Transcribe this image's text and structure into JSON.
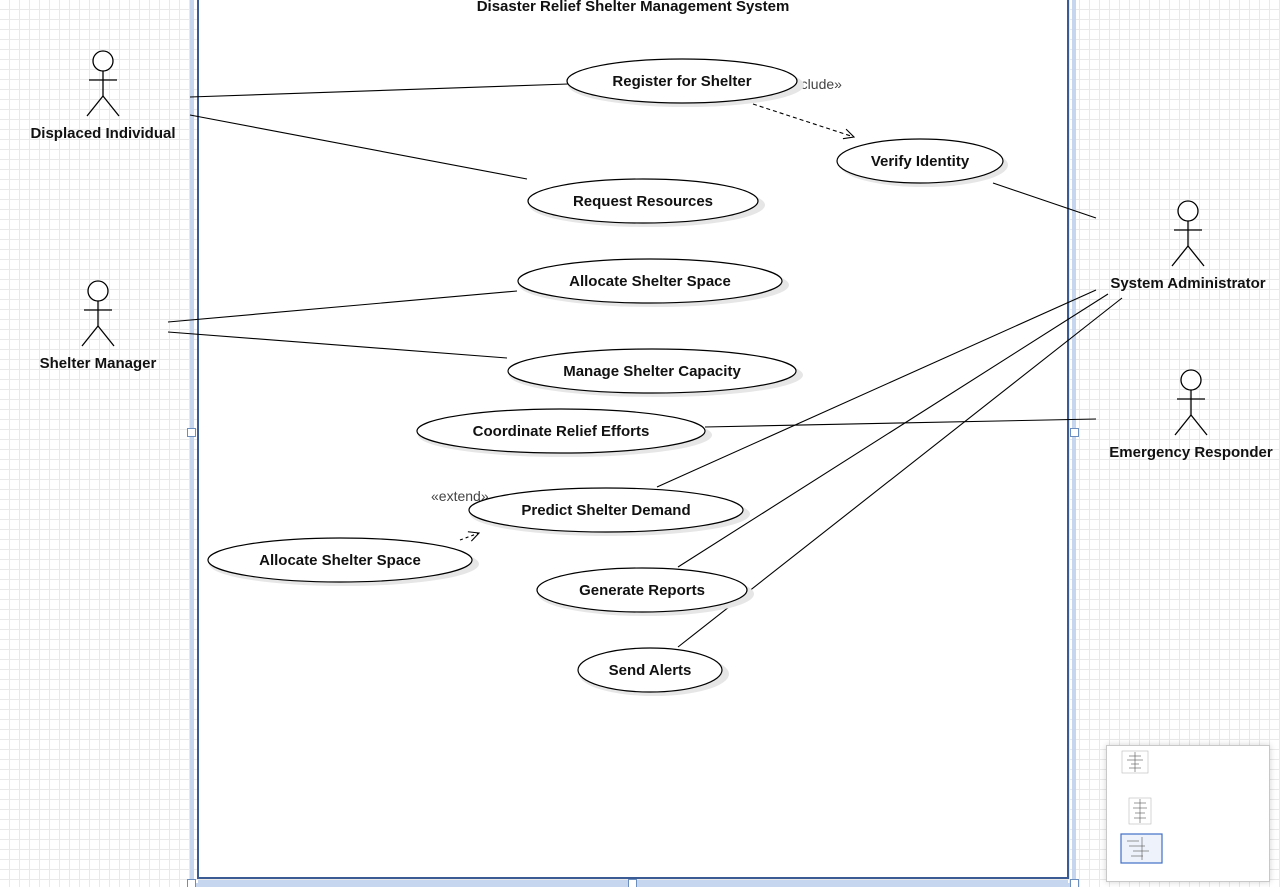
{
  "diagram": {
    "system_title": "Disaster Relief Shelter Management System",
    "actors": [
      {
        "id": "displaced",
        "label": "Displaced Individual"
      },
      {
        "id": "manager",
        "label": "Shelter Manager"
      },
      {
        "id": "admin",
        "label": "System Administrator"
      },
      {
        "id": "responder",
        "label": "Emergency Responder"
      }
    ],
    "use_cases": [
      {
        "id": "register",
        "label": "Register for Shelter"
      },
      {
        "id": "verify",
        "label": "Verify Identity"
      },
      {
        "id": "request",
        "label": "Request Resources"
      },
      {
        "id": "allocate",
        "label": "Allocate Shelter Space"
      },
      {
        "id": "capacity",
        "label": "Manage Shelter Capacity"
      },
      {
        "id": "coordinate",
        "label": "Coordinate Relief Efforts"
      },
      {
        "id": "predict",
        "label": "Predict Shelter Demand"
      },
      {
        "id": "allocate2",
        "label": "Allocate Shelter Space"
      },
      {
        "id": "reports",
        "label": "Generate Reports"
      },
      {
        "id": "alerts",
        "label": "Send Alerts"
      }
    ],
    "relations": {
      "include_label": "«include»",
      "extend_label": "«extend»"
    }
  },
  "colors": {
    "selection": "#6c8ebf",
    "grid": "#e9e9e9"
  },
  "minimap": {
    "label": "outline-navigator"
  }
}
